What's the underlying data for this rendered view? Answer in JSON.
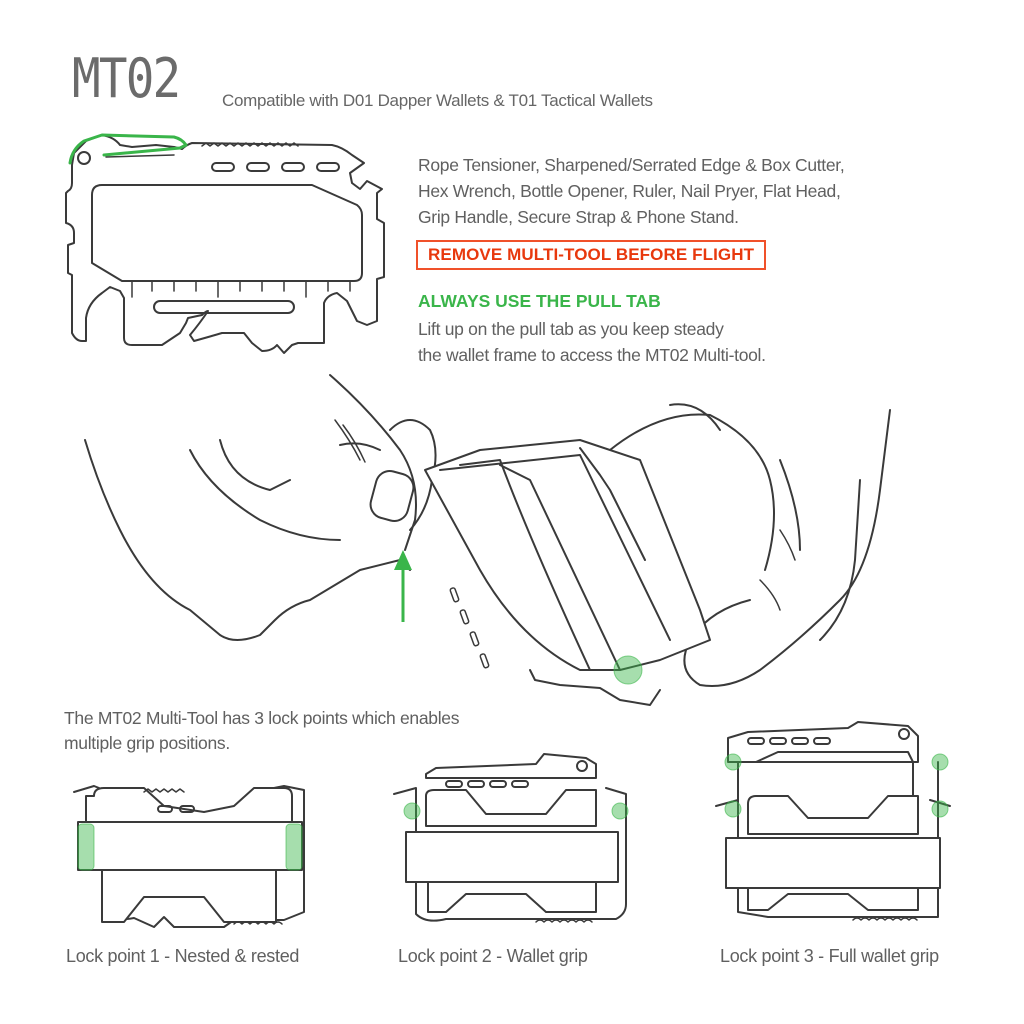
{
  "header": {
    "title": "MT02",
    "subtitle": "Compatible with D01 Dapper Wallets & T01 Tactical Wallets"
  },
  "features": {
    "lines": [
      "Rope Tensioner, Sharpened/Serrated Edge & Box Cutter,",
      "Hex Wrench, Bottle Opener, Ruler, Nail Pryer, Flat Head,",
      "Grip Handle, Secure Strap & Phone Stand."
    ]
  },
  "warning": {
    "label": "REMOVE MULTI-TOOL BEFORE FLIGHT",
    "color": "#e8380d"
  },
  "pull_tab": {
    "title": "ALWAYS USE THE PULL TAB",
    "lines": [
      "Lift up on the pull tab as you keep steady",
      "the wallet frame to access the MT02 Multi-tool."
    ],
    "color": "#3ab54a"
  },
  "illustrations": {
    "tool_outline": "mt02-multitool-outline",
    "hands": "hands-pulling-tool-from-wallet",
    "arrow": "green-up-arrow"
  },
  "lock_points": {
    "intro_lines": [
      "The MT02 Multi-Tool has 3 lock points which enables",
      "multiple grip positions."
    ],
    "items": [
      {
        "label": "Lock point 1 - Nested & rested"
      },
      {
        "label": "Lock point 2 - Wallet grip"
      },
      {
        "label": "Lock point 3 - Full wallet grip"
      }
    ],
    "highlight_color": "#3ab54a"
  }
}
